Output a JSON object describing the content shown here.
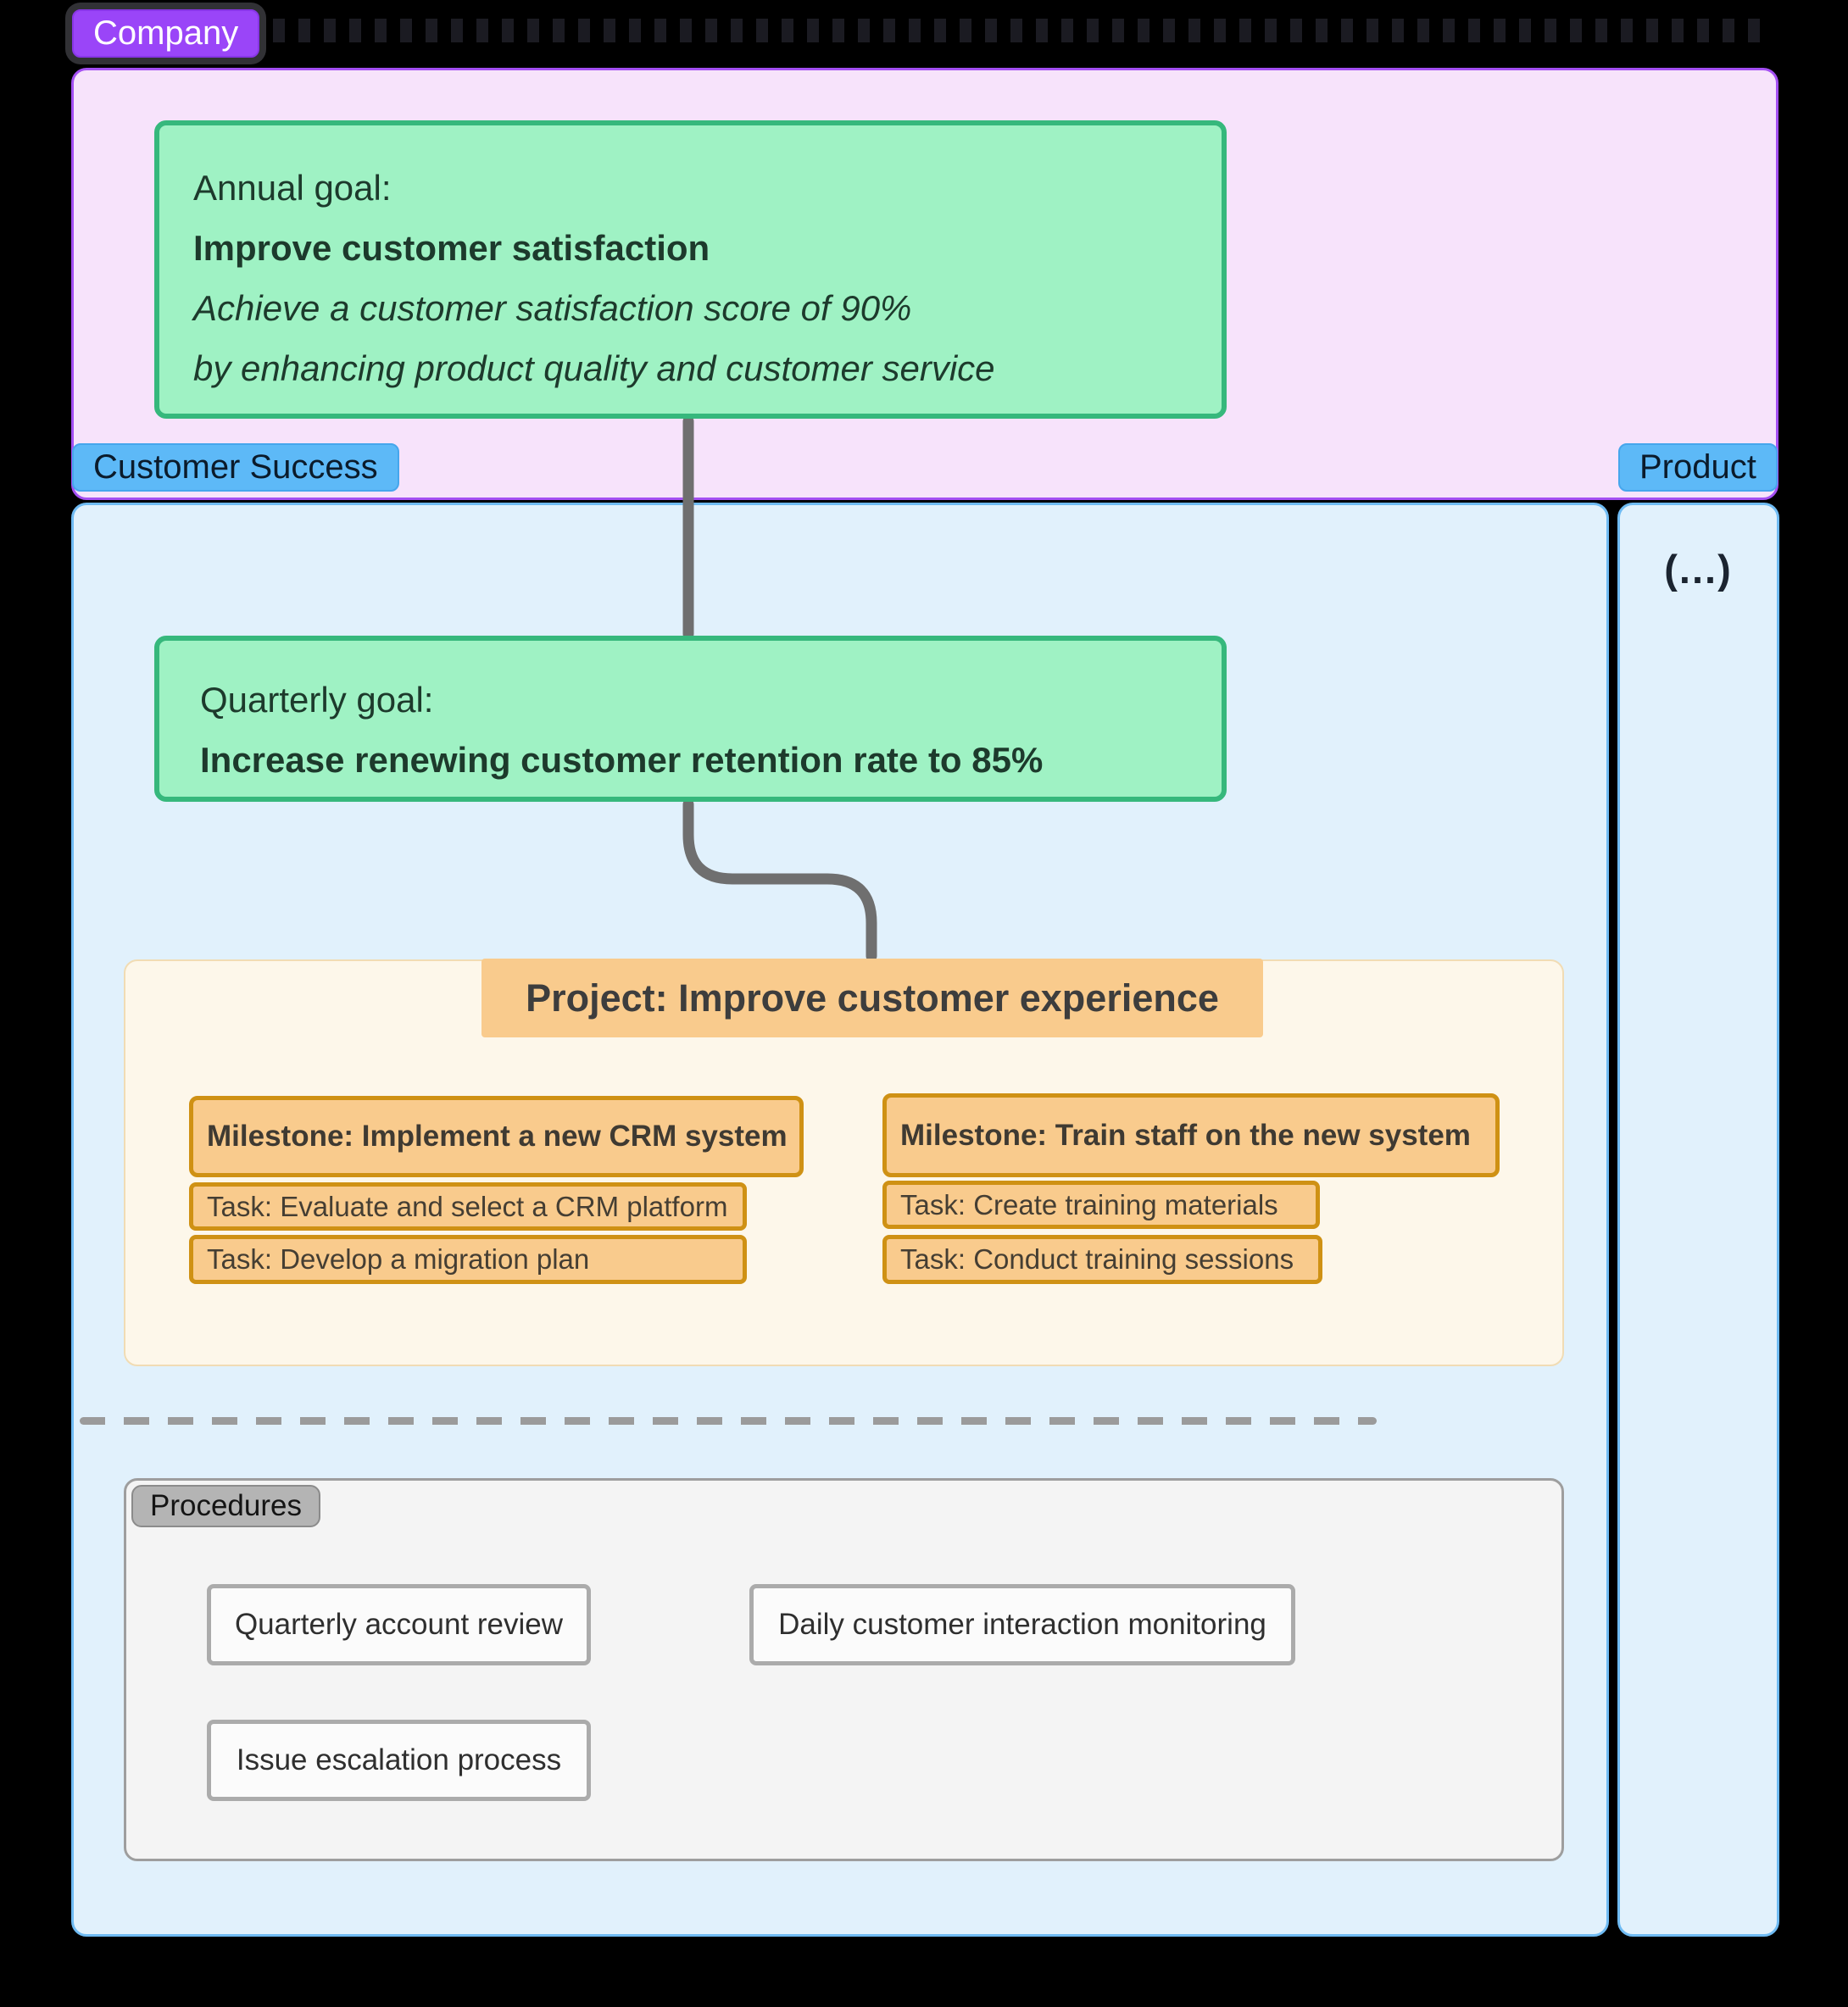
{
  "company": {
    "badge_label": "Company",
    "annual_goal": {
      "label": "Annual goal:",
      "title": "Improve customer satisfaction",
      "description_line1": "Achieve a customer satisfaction score of 90%",
      "description_line2": "by enhancing product quality and customer service"
    }
  },
  "customer_success": {
    "badge_label": "Customer Success",
    "quarterly_goal": {
      "label": "Quarterly goal:",
      "title": "Increase renewing customer retention rate to 85%"
    },
    "project": {
      "title": "Project: Improve customer experience",
      "milestones": [
        {
          "title": "Milestone: Implement a new CRM system",
          "tasks": [
            "Task: Evaluate and select a CRM platform",
            "Task: Develop a migration plan"
          ]
        },
        {
          "title": "Milestone: Train staff on the new system",
          "tasks": [
            "Task: Create training materials",
            "Task: Conduct training sessions"
          ]
        }
      ]
    },
    "procedures": {
      "badge_label": "Procedures",
      "items": [
        "Quarterly account review",
        "Daily customer interaction monitoring",
        "Issue escalation process"
      ]
    }
  },
  "product": {
    "badge_label": "Product",
    "placeholder": "(...)"
  },
  "colors": {
    "background": "#000000",
    "company_badge": "#9a45f8",
    "company_container_fill": "#f7e3fb",
    "company_container_border": "#a44ff2",
    "goal_fill": "#9ff2c4",
    "goal_border": "#36b87c",
    "goal_text": "#1d3a2c",
    "team_badge": "#5db9f7",
    "team_container_fill": "#e1f1fc",
    "team_container_border": "#6fbbf3",
    "project_container_fill": "#fdf7ea",
    "project_orange_fill": "#f9cb8d",
    "project_orange_border": "#cf9114",
    "connector": "#6f6f6f",
    "procedures_fill": "#f4f4f4",
    "procedures_border": "#9e9e9e",
    "procedure_box_fill": "#fbfbfb"
  }
}
